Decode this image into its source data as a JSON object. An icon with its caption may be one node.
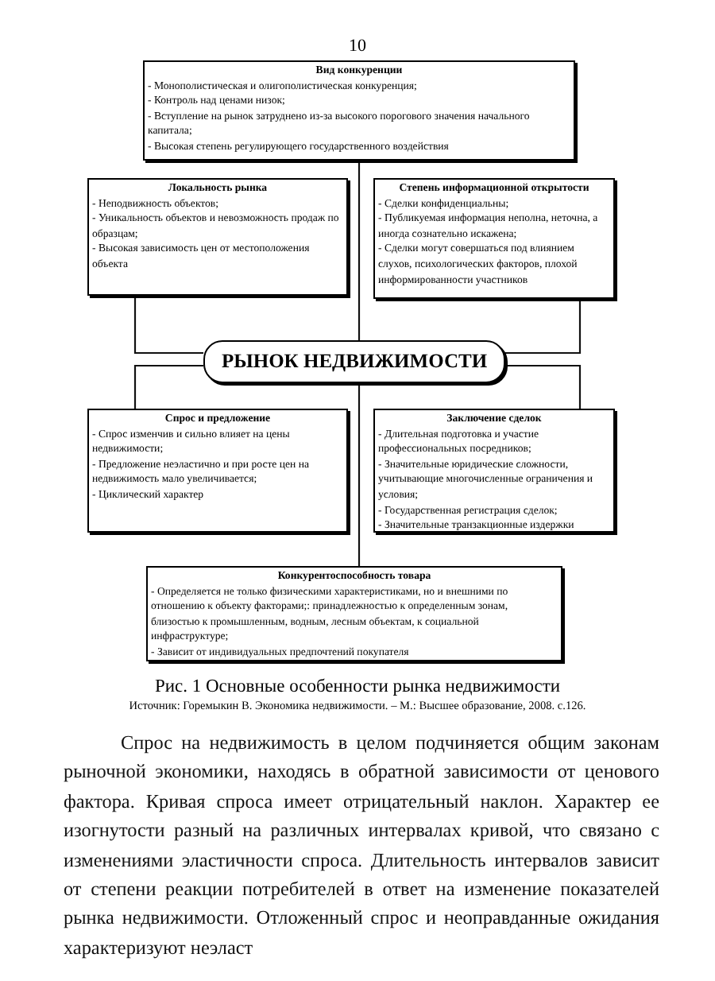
{
  "diagram": {
    "caption": "Рис. 1 Основные особенности рынка недвижимости",
    "nodes": [
      {
        "text": [
          "Вид конкуренции",
          "- Монополистическая и олигополистическая конкуренция;",
          "- Контроль над ценами низок;",
          "-  Вступление на рынок затруднено из-за высокого порогового значения начального капитала;",
          "- Высокая степень регулирующего государственного воздействия"
        ]
      },
      {
        "text": [
          "Локальность рынка",
          "-  Неподвижность объектов;",
          "- Уникальность объектов и невозможность продаж по образцам;",
          "- Высокая зависимость цен от местоположения объекта"
        ]
      },
      {
        "text": [
          "Степень информационной открытости",
          "- Сделки конфиденциальны;",
          "- Публикуемая информация неполна, неточна, а иногда сознательно искажена;",
          "- Сделки могут совершаться под влиянием слухов, психологических факторов, плохой информированности участников"
        ]
      },
      {
        "text": [
          "РЫНОК НЕДВИЖИМОСТИ"
        ]
      },
      {
        "text": [
          "Спрос и предложение",
          "-  Спрос изменчив и сильно влияет на цены недвижимости;",
          "- Предложение неэластично и при росте цен на недвижимость мало увеличивается;",
          "- Циклический характер"
        ]
      },
      {
        "text": [
          "Заключение сделок",
          "-  Длительная подготовка и участие профессиональных посредников;",
          "- Значительные юридические сложности, учитывающие многочисленные ограничения и условия;",
          "- Государственная регистрация сделок;",
          "- Значительные транзакционные издержки"
        ]
      },
      {
        "text": [
          "Конкурентоспособность товара",
          "- Определяется не только физическими характеристиками, но и внешними по отношению к объекту факторами;: принадлежностью к определенным зонам, близостью к промышленным, водным, лесным объектам, к социальной инфраструктуре;",
          "- Зависит от индивидуальных предпочтений покупателя"
        ]
      }
    ],
    "edges": [
      {
        "from": 0,
        "to": 3,
        "arrow": "none"
      },
      {
        "from": 1,
        "to": 3,
        "arrow": "none"
      },
      {
        "from": 2,
        "to": 3,
        "arrow": "none"
      },
      {
        "from": 3,
        "to": 4,
        "arrow": "none"
      },
      {
        "from": 3,
        "to": 5,
        "arrow": "none"
      },
      {
        "from": 3,
        "to": 6,
        "arrow": "none"
      }
    ],
    "labels": [
      "10",
      "Источник: Горемыкин В. Экономика недвижимости. – М.: Высшее образование, 2008. с.126.",
      "Спрос на недвижимость в целом подчиняется общим законам рыночной экономики, находясь в обратной зависимости от ценового фактора. Кривая спроса имеет отрицательный наклон. Характер ее изогнутости разный на различных интервалах кривой, что связано с изменениями эластичности спроса. Длительность интервалов зависит от степени реакции потребителей в ответ на изменение показателей рынка недвижимости. Отложенный спрос и неоправданные ожидания характеризуют неэласт"
    ]
  }
}
